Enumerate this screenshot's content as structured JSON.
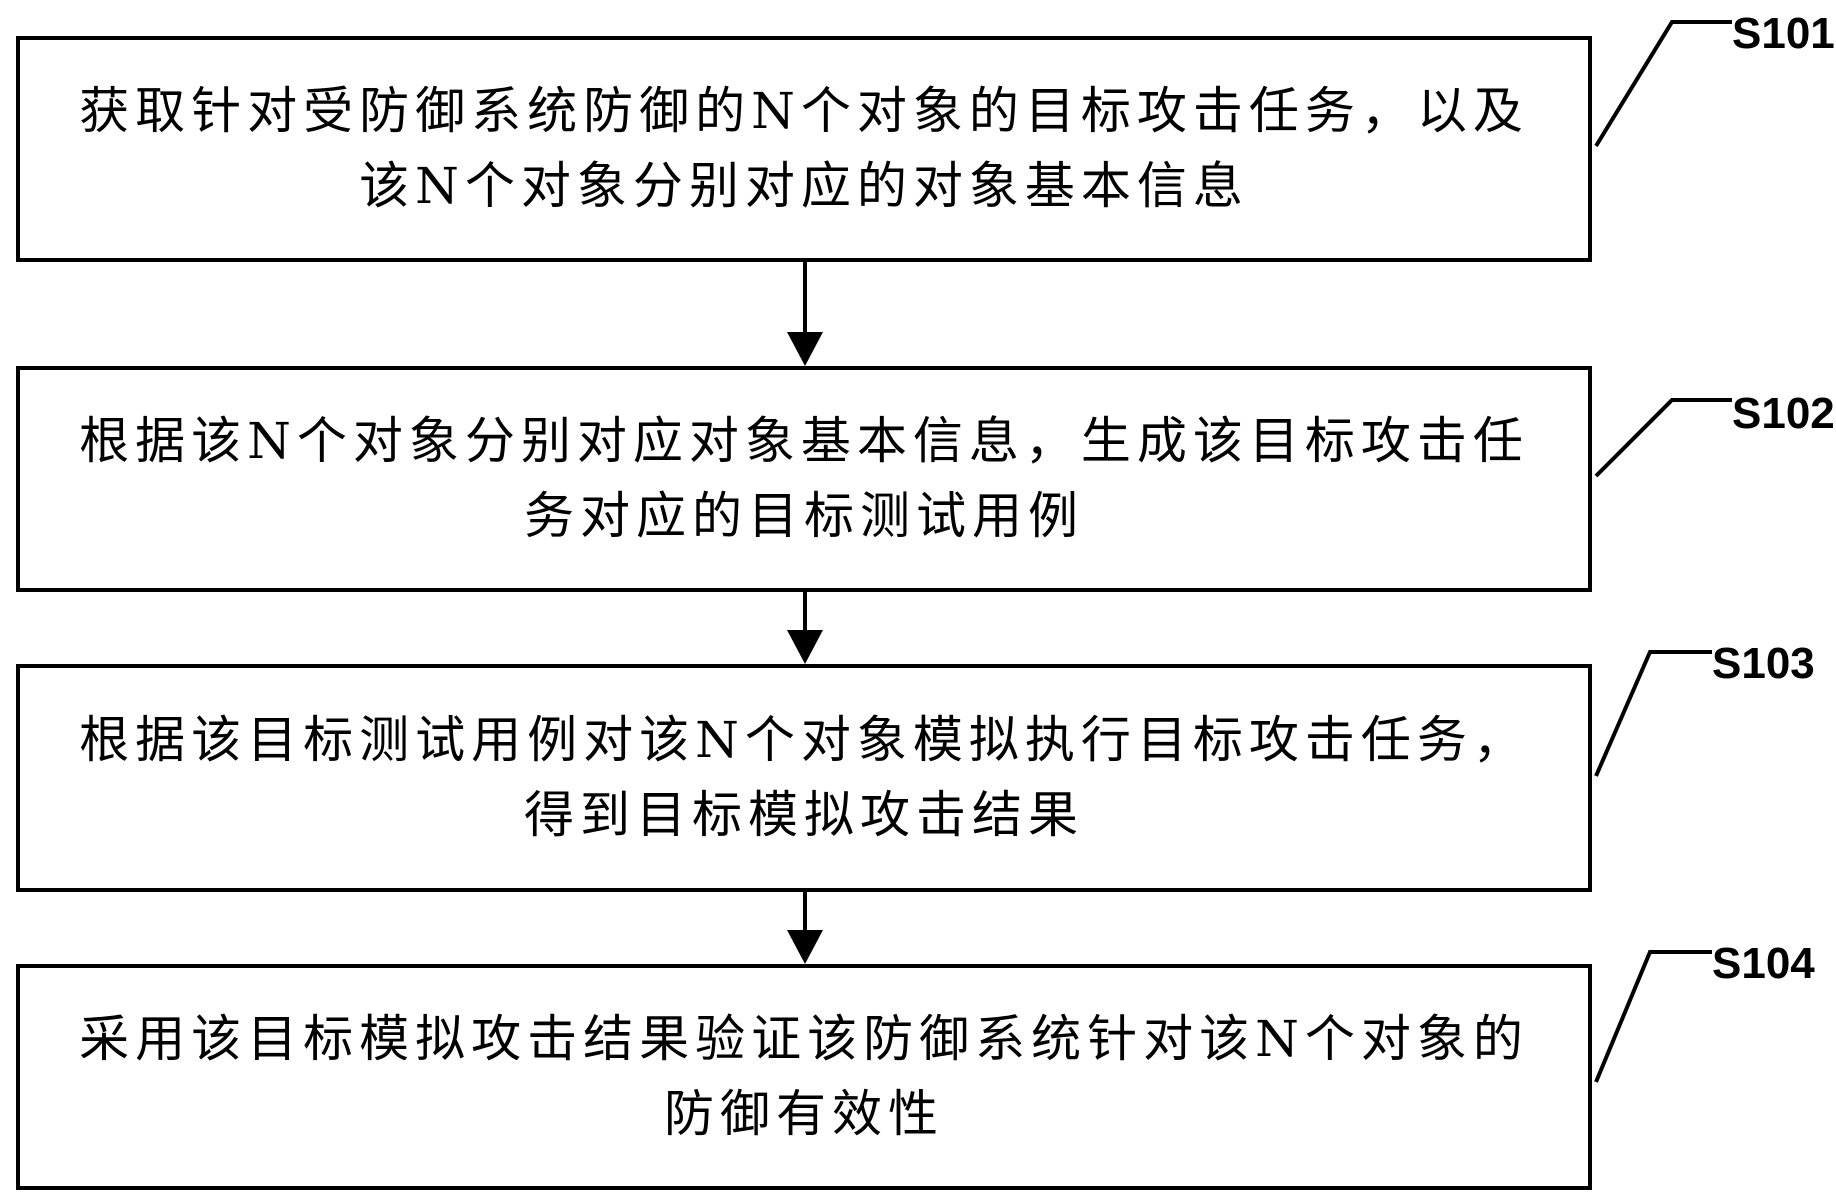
{
  "steps": [
    {
      "id": "S101",
      "text": "获取针对受防御系统防御的N个对象的目标攻击任务，以及该N个对象分别对应的对象基本信息"
    },
    {
      "id": "S102",
      "text": "根据该N个对象分别对应对象基本信息，生成该目标攻击任务对应的目标测试用例"
    },
    {
      "id": "S103",
      "text": "根据该目标测试用例对该N个对象模拟执行目标攻击任务，得到目标模拟攻击结果"
    },
    {
      "id": "S104",
      "text": "采用该目标模拟攻击结果验证该防御系统针对该N个对象的防御有效性"
    }
  ]
}
